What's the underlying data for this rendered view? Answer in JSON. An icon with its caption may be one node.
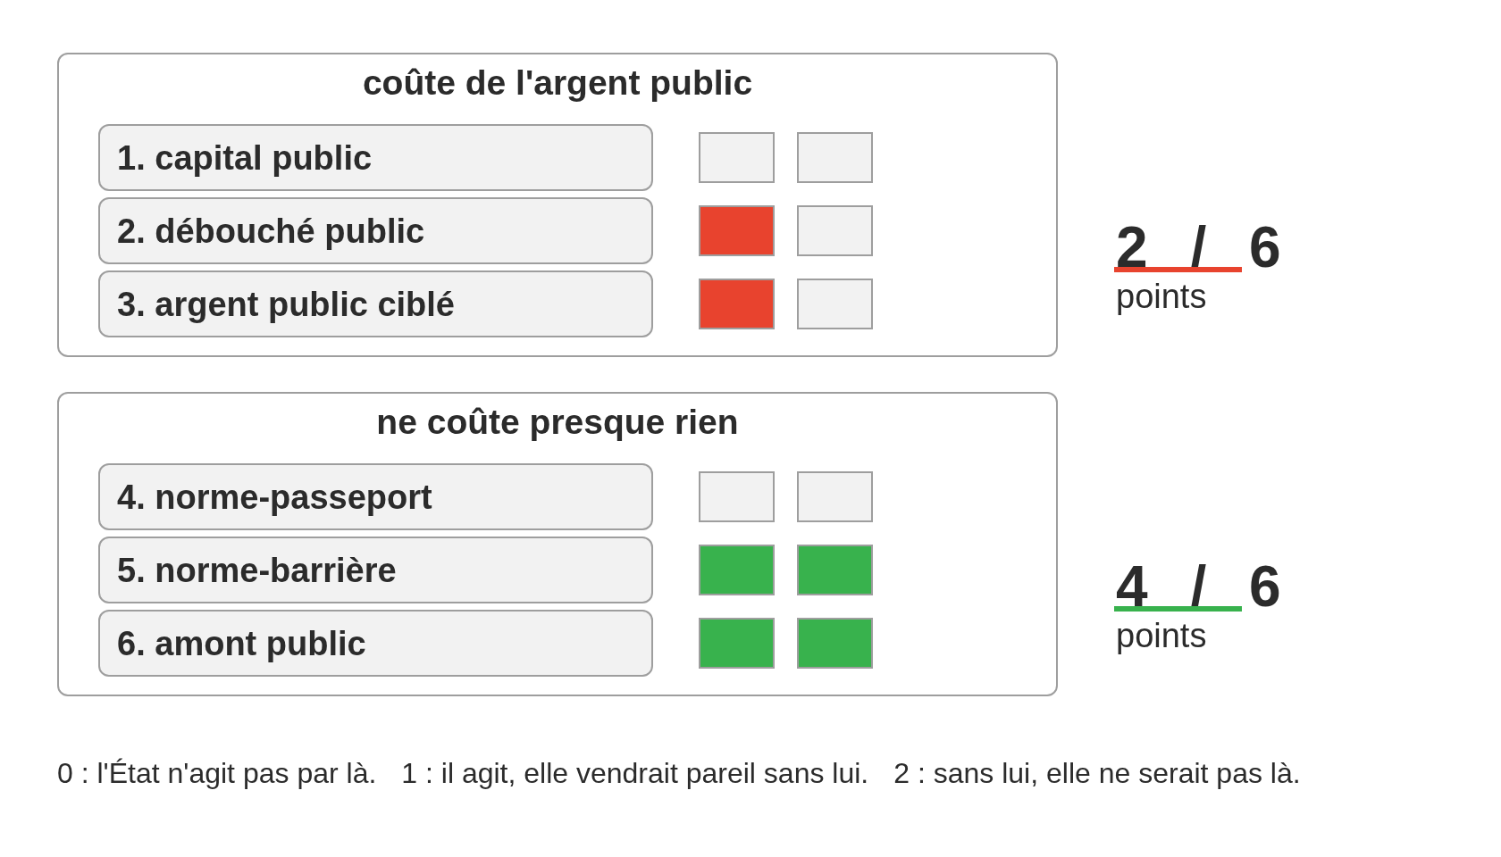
{
  "diagram": {
    "nodes": [
      {
        "text": [
          "coûte de l'argent public"
        ]
      },
      {
        "text": [
          "1. capital public"
        ],
        "in": 0
      },
      {
        "text": [],
        "shape": "box",
        "in": 0
      },
      {
        "text": [],
        "shape": "box",
        "in": 0
      },
      {
        "text": [
          "2. débouché public"
        ],
        "in": 0
      },
      {
        "text": [],
        "shape": "block",
        "in": 0
      },
      {
        "text": [],
        "shape": "box",
        "in": 0
      },
      {
        "text": [
          "3. argent public ciblé"
        ],
        "in": 0
      },
      {
        "text": [],
        "shape": "block",
        "in": 0
      },
      {
        "text": [],
        "shape": "box",
        "in": 0
      },
      {
        "text": [
          "ne coûte presque rien"
        ]
      },
      {
        "text": [
          "4. norme-passeport"
        ],
        "in": 10
      },
      {
        "text": [],
        "shape": "box",
        "in": 10
      },
      {
        "text": [],
        "shape": "box",
        "in": 10
      },
      {
        "text": [
          "5. norme-barrière"
        ],
        "in": 10
      },
      {
        "text": [],
        "shape": "block",
        "in": 10
      },
      {
        "text": [],
        "shape": "block",
        "in": 10
      },
      {
        "text": [
          "6. amont public"
        ],
        "in": 10
      },
      {
        "text": [],
        "shape": "block",
        "in": 10
      },
      {
        "text": [],
        "shape": "block",
        "in": 10
      }
    ],
    "labels": [
      "2 / 6",
      "points",
      "4 / 6",
      "points",
      "0 : l'État n'agit pas par là.",
      "1 : il agit, elle vendrait pareil sans lui.",
      "2 : sans lui, elle ne serait pas là."
    ]
  }
}
